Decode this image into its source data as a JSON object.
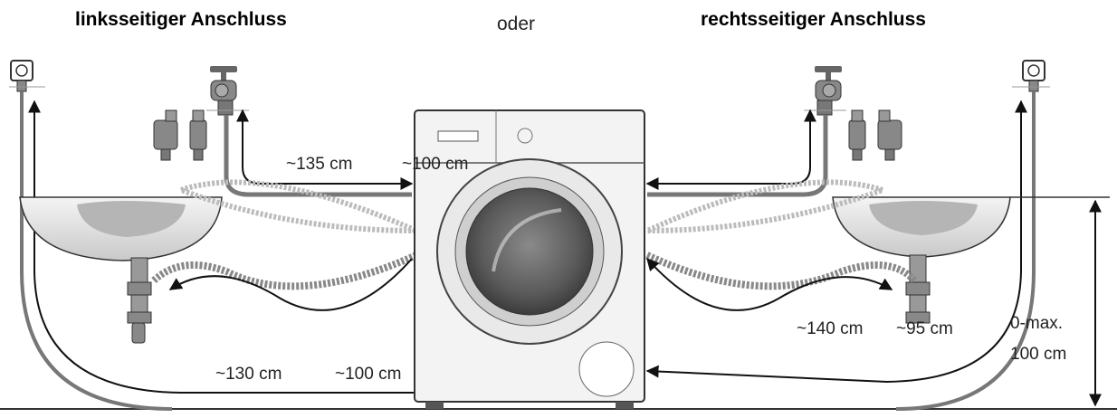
{
  "headings": {
    "left": "linksseitiger Anschluss",
    "middle": "oder",
    "right": "rechtsseitiger Anschluss"
  },
  "dimensions": {
    "left_inlet_long": "~135 cm",
    "left_inlet_short": "~100 cm",
    "left_drain_long": "~130 cm",
    "left_drain_short": "~100 cm",
    "right_drain_long": "~140 cm",
    "right_drain_short": "~95 cm",
    "height_line1": "0-max.",
    "height_line2": "100 cm"
  },
  "icons": {
    "socket": "power-socket-icon",
    "tap": "water-tap-icon",
    "valve": "aquastop-valve-icon",
    "washer": "washing-machine-icon",
    "sink": "wash-basin-icon"
  }
}
